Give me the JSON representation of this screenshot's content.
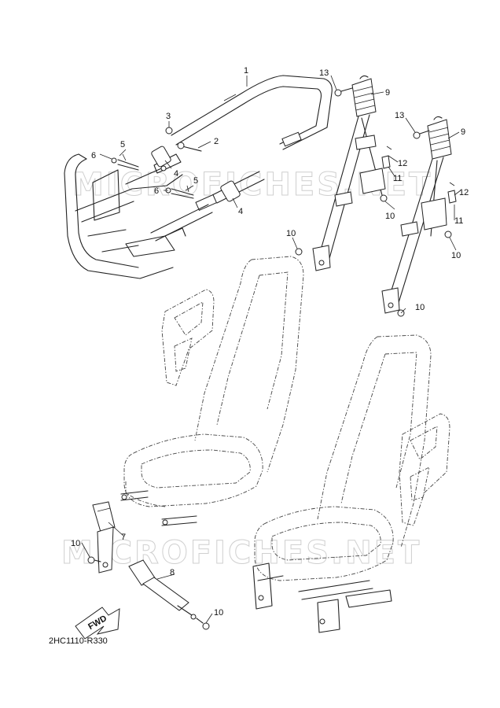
{
  "callouts": {
    "c1": "1",
    "c2": "2",
    "c3": "3",
    "c4a": "4",
    "c4b": "4",
    "c5a": "5",
    "c5b": "5",
    "c6a": "6",
    "c6b": "6",
    "c7": "7",
    "c8": "8",
    "c9a": "9",
    "c9b": "9",
    "c10a": "10",
    "c10b": "10",
    "c10c": "10",
    "c10d": "10",
    "c10e": "10",
    "c10f": "10",
    "c11a": "11",
    "c11b": "11",
    "c12a": "12",
    "c12b": "12",
    "c13a": "13",
    "c13b": "13"
  },
  "watermark": {
    "top": "MICROFICHES.NET",
    "bottom": "MICROFICHES.NET"
  },
  "fwd_label": "FWD",
  "diagram_code": "2HC1110-R330"
}
